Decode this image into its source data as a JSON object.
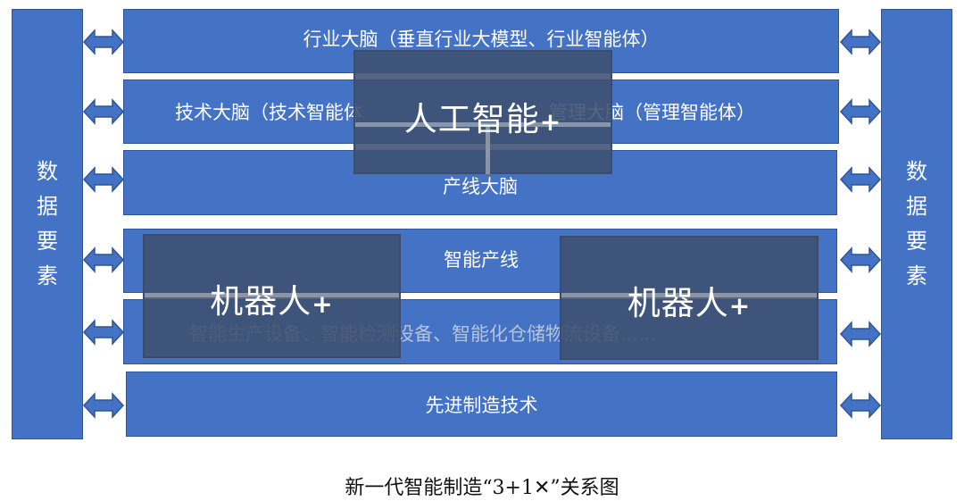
{
  "sides": {
    "left_label": "数据要素",
    "right_label": "数据要素"
  },
  "bars": {
    "industry_brain": "行业大脑（垂直行业大模型、行业智能体）",
    "tech_brain": "技术大脑（技术智能体",
    "mgmt_brain": "管理大脑（管理智能体）",
    "line_brain": "产线大脑",
    "smart_line": "智能产线",
    "equipment": "智能生产设备、智能检测设备、智能化仓储物流设备......",
    "advanced_mfg": "先进制造技术"
  },
  "overlays": {
    "ai_label": "人工智能",
    "ai_plus": "+",
    "robot_label": "机器人",
    "robot_plus": "+"
  },
  "caption": "新一代智能制造“3+1✕”关系图",
  "colors": {
    "bar_blue": "#4472c4",
    "bar_border": "#2f5597",
    "overlay_gray": "#3e5070",
    "arrow_fill": "#4472c4"
  },
  "icons": {
    "arrow": "double-headed-arrow-icon"
  }
}
